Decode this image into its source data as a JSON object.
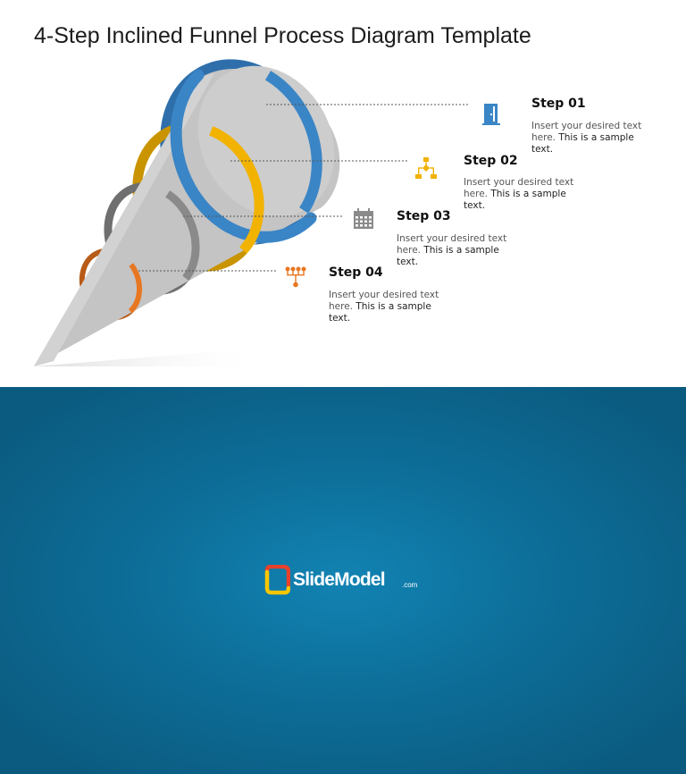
{
  "slide": {
    "title": "4-Step Inclined Funnel Process Diagram Template"
  },
  "steps": [
    {
      "label": "Step 01",
      "desc_a": "Insert your desired text here.",
      "desc_b": " This is a sample text.",
      "color": "#3a85c6",
      "icon": "door-icon"
    },
    {
      "label": "Step 02",
      "desc_a": "Insert your desired text here.",
      "desc_b": " This is a sample text.",
      "color": "#f2b200",
      "icon": "flowchart-icon"
    },
    {
      "label": "Step 03",
      "desc_a": "Insert your desired text here.",
      "desc_b": " This is a sample text.",
      "color": "#8a8a8a",
      "icon": "calendar-icon"
    },
    {
      "label": "Step 04",
      "desc_a": "Insert your desired text here.",
      "desc_b": " This is a sample text.",
      "color": "#e87722",
      "icon": "hierarchy-icon"
    }
  ],
  "logo": {
    "name": "SlideModel",
    "suffix": ".com",
    "colors": {
      "red": "#e8412c",
      "yellow": "#f7c600",
      "background": "#0d6f9a"
    }
  }
}
